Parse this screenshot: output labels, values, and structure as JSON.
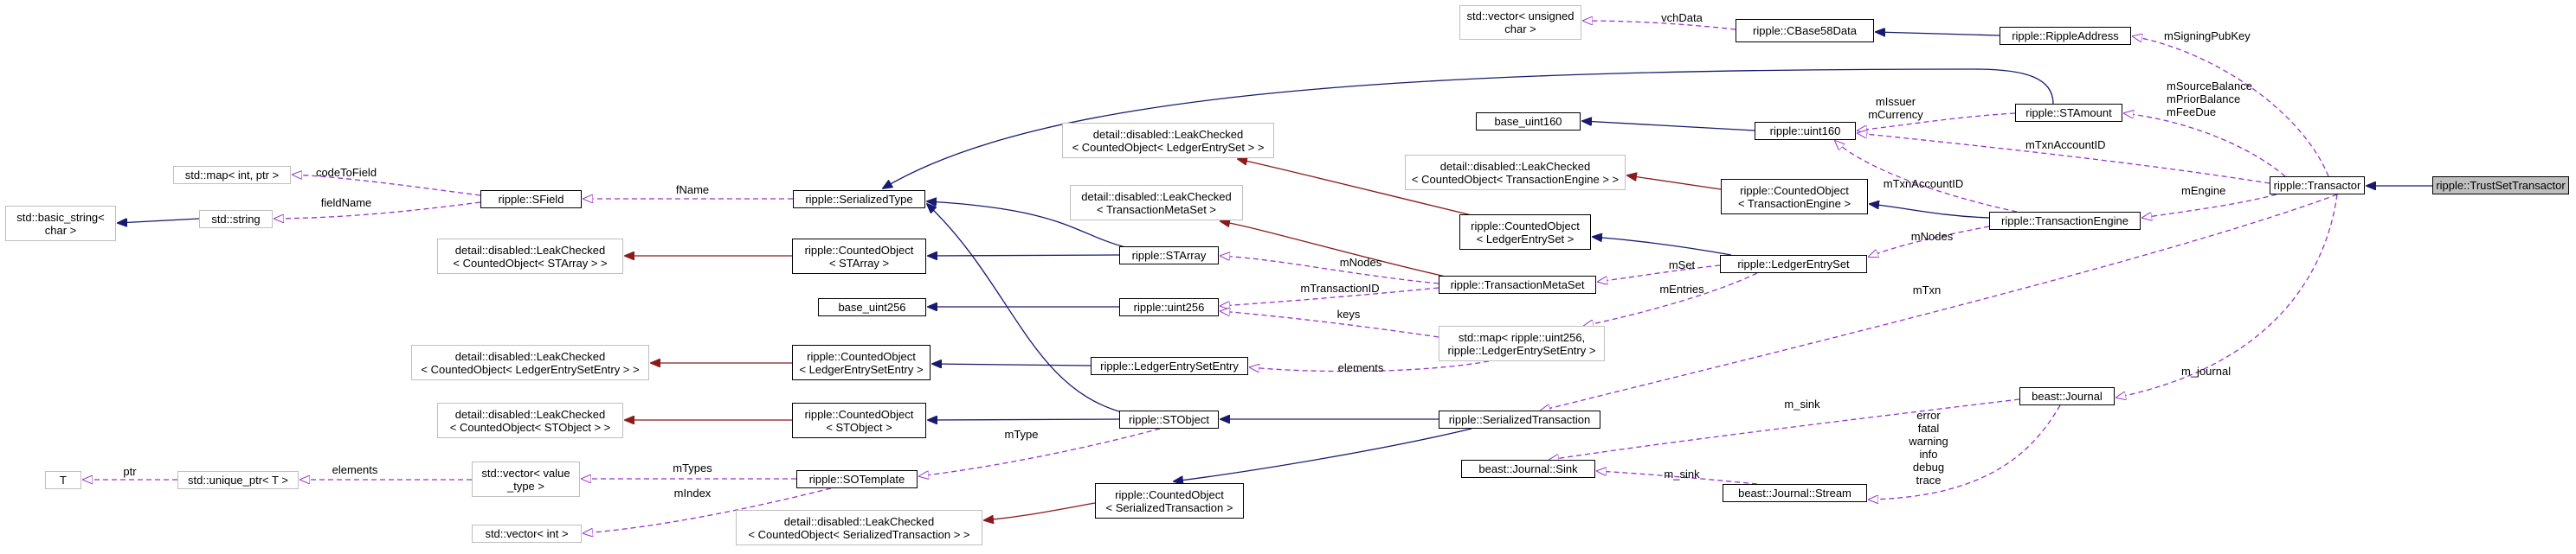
{
  "nodes": {
    "trustset": "ripple::TrustSetTransactor",
    "transactor": "ripple::Transactor",
    "ripple_address": "ripple::RippleAddress",
    "cbase58": "ripple::CBase58Data",
    "vector_uchar": [
      "std::vector< unsigned",
      "char >"
    ],
    "stamount": "ripple::STAmount",
    "uint160": "ripple::uint160",
    "base_uint160": "base_uint160",
    "txengine": "ripple::TransactionEngine",
    "counted_txengine": [
      "ripple::CountedObject",
      "< TransactionEngine >"
    ],
    "leakchk_txengine": [
      "detail::disabled::LeakChecked",
      "< CountedObject< TransactionEngine > >"
    ],
    "ledger_entry_set": "ripple::LedgerEntrySet",
    "counted_les": [
      "ripple::CountedObject",
      "< LedgerEntrySet >"
    ],
    "leakchk_les": [
      "detail::disabled::LeakChecked",
      "< CountedObject< LedgerEntrySet > >"
    ],
    "txmetaset": "ripple::TransactionMetaSet",
    "leakchk_tms": [
      "detail::disabled::LeakChecked",
      "< TransactionMetaSet >"
    ],
    "serialized_type": "ripple::SerializedType",
    "sfield": "ripple::SField",
    "std_map_int_ptr": "std::map< int, ptr >",
    "std_string": "std::string",
    "basic_string": [
      "std::basic_string<",
      "char >"
    ],
    "starray": "ripple::STArray",
    "counted_starray": [
      "ripple::CountedObject",
      "< STArray >"
    ],
    "leakchk_starray": [
      "detail::disabled::LeakChecked",
      "< CountedObject< STArray > >"
    ],
    "uint256": "ripple::uint256",
    "base_uint256": "base_uint256",
    "std_map_uint256": [
      "std::map< ripple::uint256,",
      "ripple::LedgerEntrySetEntry >"
    ],
    "les_entry": "ripple::LedgerEntrySetEntry",
    "counted_lese": [
      "ripple::CountedObject",
      "< LedgerEntrySetEntry >"
    ],
    "leakchk_lese": [
      "detail::disabled::LeakChecked",
      "< CountedObject< LedgerEntrySetEntry > >"
    ],
    "stobject": "ripple::STObject",
    "counted_stobject": [
      "ripple::CountedObject",
      "< STObject >"
    ],
    "leakchk_stobject": [
      "detail::disabled::LeakChecked",
      "< CountedObject< STObject > >"
    ],
    "serialized_tx": "ripple::SerializedTransaction",
    "counted_stx": [
      "ripple::CountedObject",
      "< SerializedTransaction >"
    ],
    "leakchk_stx": [
      "detail::disabled::LeakChecked",
      "< CountedObject< SerializedTransaction > >"
    ],
    "sotemplate": "ripple::SOTemplate",
    "vector_value_type": [
      "std::vector< value",
      "_type >"
    ],
    "unique_ptr": "std::unique_ptr< T >",
    "t": "T",
    "vector_int": "std::vector< int >",
    "journal": "beast::Journal",
    "journal_sink": "beast::Journal::Sink",
    "journal_stream": "beast::Journal::Stream"
  },
  "edge_labels": {
    "vchData": "vchData",
    "mSigningPubKey": "mSigningPubKey",
    "mIssuer": "mIssuer",
    "mCurrency": "mCurrency",
    "amount_members": [
      "mSourceBalance",
      "mPriorBalance",
      "mFeeDue"
    ],
    "mTxnAccountID_top": "mTxnAccountID",
    "mTxnAccountID_engine": "mTxnAccountID",
    "mEngine": "mEngine",
    "mNodes_engine": "mNodes",
    "mNodes_meta": "mNodes",
    "mSet": "mSet",
    "mEntries": "mEntries",
    "mTransactionID": "mTransactionID",
    "keys": "keys",
    "elements_map": "elements",
    "mTxn": "mTxn",
    "m_journal": "m_journal",
    "m_sink_journal": "m_sink",
    "stream_members": [
      "error",
      "fatal",
      "warning",
      "info",
      "debug",
      "trace"
    ],
    "m_sink_stream": "m_sink",
    "fName": "fName",
    "codeToField": "codeToField",
    "fieldName": "fieldName",
    "mType": "mType",
    "mTypes": "mTypes",
    "mIndex": "mIndex",
    "elements_uptr": "elements",
    "ptr": "ptr"
  },
  "colors": {
    "inheritance": "#191970",
    "private_inheritance": "#8b1a1a",
    "usage": "#9a32cd",
    "external_border": "#bfbfbf",
    "focus_fill": "#bfbfbf"
  }
}
